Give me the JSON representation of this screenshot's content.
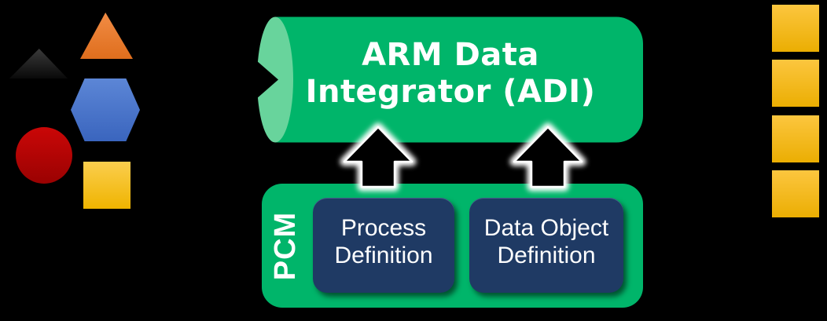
{
  "adi": {
    "title_full": "ARM Data Integrator (ADI)",
    "line1": "ARM Data",
    "line2": "Integrator (ADI)"
  },
  "pcm": {
    "label": "PCM",
    "process_box": {
      "line1": "Process",
      "line2": "Definition"
    },
    "data_object_box": {
      "line1": "Data Object",
      "line2": "Definition"
    }
  },
  "left_shapes": [
    "dark-triangle",
    "orange-triangle",
    "blue-hexagon",
    "red-circle",
    "yellow-square"
  ],
  "right_squares": {
    "count": 4,
    "color": "#FFC000"
  },
  "arrows": {
    "count": 2,
    "direction": "up",
    "fill": "#000000",
    "glow": "#FFFFFF"
  },
  "colors": {
    "background": "#000000",
    "diagram_green": "#00B56A",
    "cylinder_cap_green": "#68D49C",
    "navy_box": "#1F3A64",
    "gold": "#FFC000",
    "orange": "#ED7D31",
    "blue": "#4472C4",
    "red": "#C00000",
    "text": "#FFFFFF"
  }
}
